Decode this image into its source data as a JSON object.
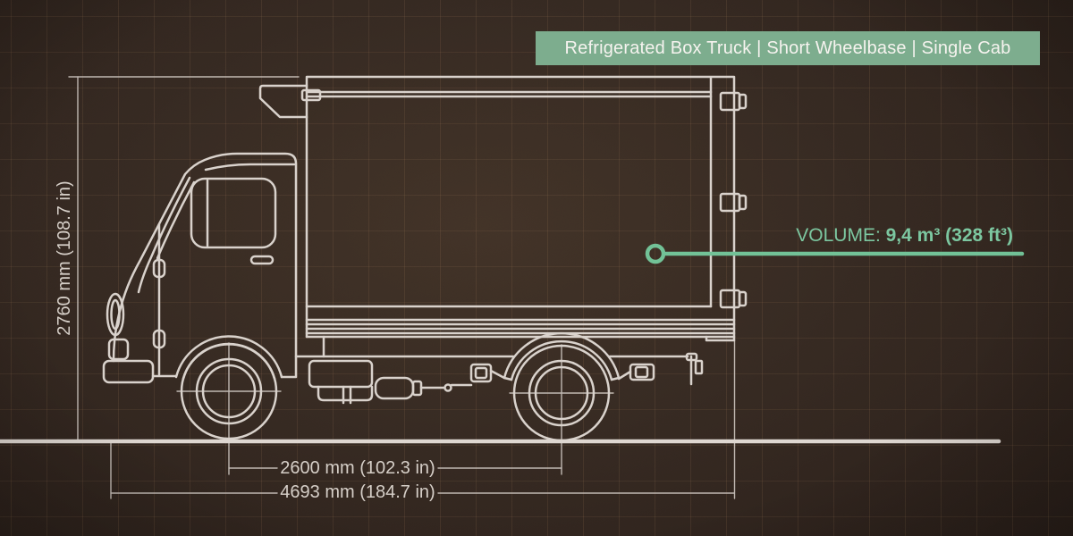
{
  "banner": {
    "title": "Refrigerated Box Truck | Short Wheelbase | Single Cab"
  },
  "volume": {
    "label": "VOLUME: ",
    "value": "9,4 m³ (328 ft³)"
  },
  "dimensions": {
    "height": "2760 mm (108.7 in)",
    "wheelbase": "2600 mm (102.3 in)",
    "length": "4693 mm (184.7 in)"
  },
  "colors": {
    "background": "#3a2d25",
    "banner_green": "#7dad8e",
    "accent_green": "#72c297",
    "line": "#d9d2cc"
  }
}
